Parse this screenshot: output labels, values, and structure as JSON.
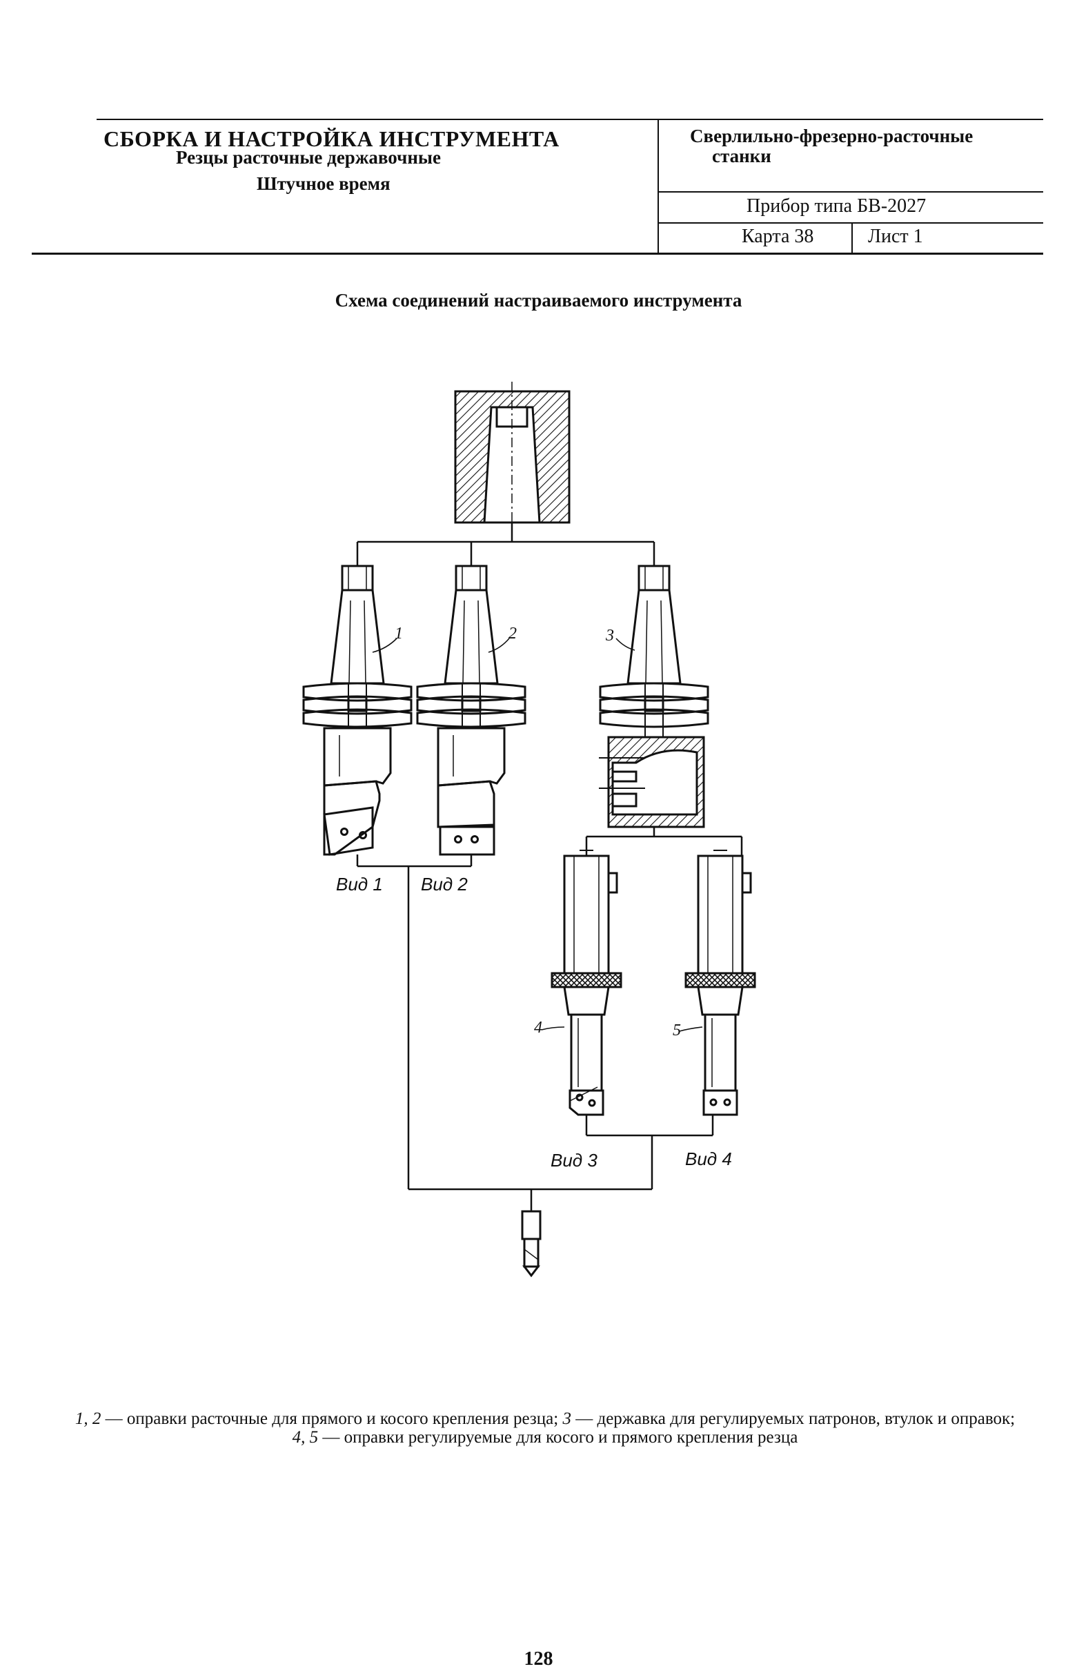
{
  "header": {
    "title": "СБОРКА И НАСТРОЙКА ИНСТРУМЕНТА",
    "subtitle1": "Резцы расточные державочные",
    "subtitle2": "Штучное время",
    "machine_line1": "Сверлильно-фрезерно-расточные",
    "machine_line2": "станки",
    "device_type": "Прибор типа БВ-2027",
    "card": "Карта 38",
    "sheet": "Лист 1"
  },
  "scheme_title": "Схема соединений настраиваемого инструмента",
  "diagram": {
    "callouts": [
      "1",
      "2",
      "3",
      "4",
      "5"
    ],
    "views": [
      "Вид 1",
      "Вид 2",
      "Вид 3",
      "Вид 4"
    ]
  },
  "caption": {
    "nums_a": "1, 2",
    "text_a": " — оправки расточные для прямого и косого крепления резца; ",
    "nums_b": "3",
    "text_b": " — державка для регулируемых патронов, втулок и оправок; ",
    "nums_c": "4, 5",
    "text_c": " — оправки регулируемые для косого и прямого крепления резца"
  },
  "page_number": "128"
}
